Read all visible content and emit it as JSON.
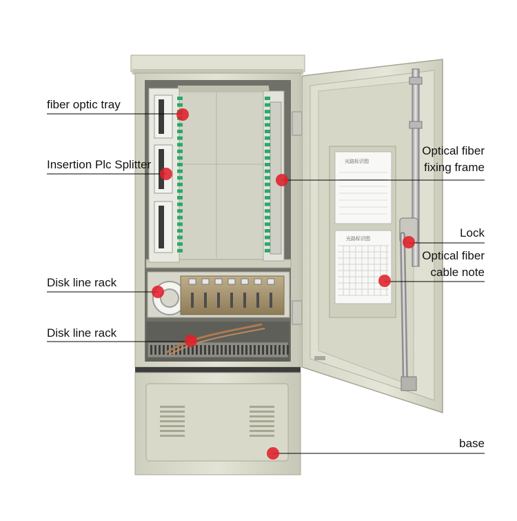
{
  "labels": {
    "fiber_optic_tray": "fiber optic tray",
    "insertion_plc_splitter": "Insertion Plc Splitter",
    "disk_line_rack_1": "Disk line rack",
    "disk_line_rack_2": "Disk line rack",
    "optical_fiber_fixing_frame_line1": "Optical fiber",
    "optical_fiber_fixing_frame_line2": "fixing frame",
    "lock": "Lock",
    "optical_fiber_cable_note_line1": "Optical fiber",
    "optical_fiber_cable_note_line2": "cable note",
    "base": "base"
  },
  "door_notes": {
    "top_title": "光路标识图",
    "bottom_title": "光路标识图"
  },
  "colors": {
    "cabinet": "#dcdccd",
    "cabinet_shadow": "#b9b9a6",
    "marker": "#e0202a",
    "leader_line": "#000000",
    "connector": "#2aa86a"
  }
}
